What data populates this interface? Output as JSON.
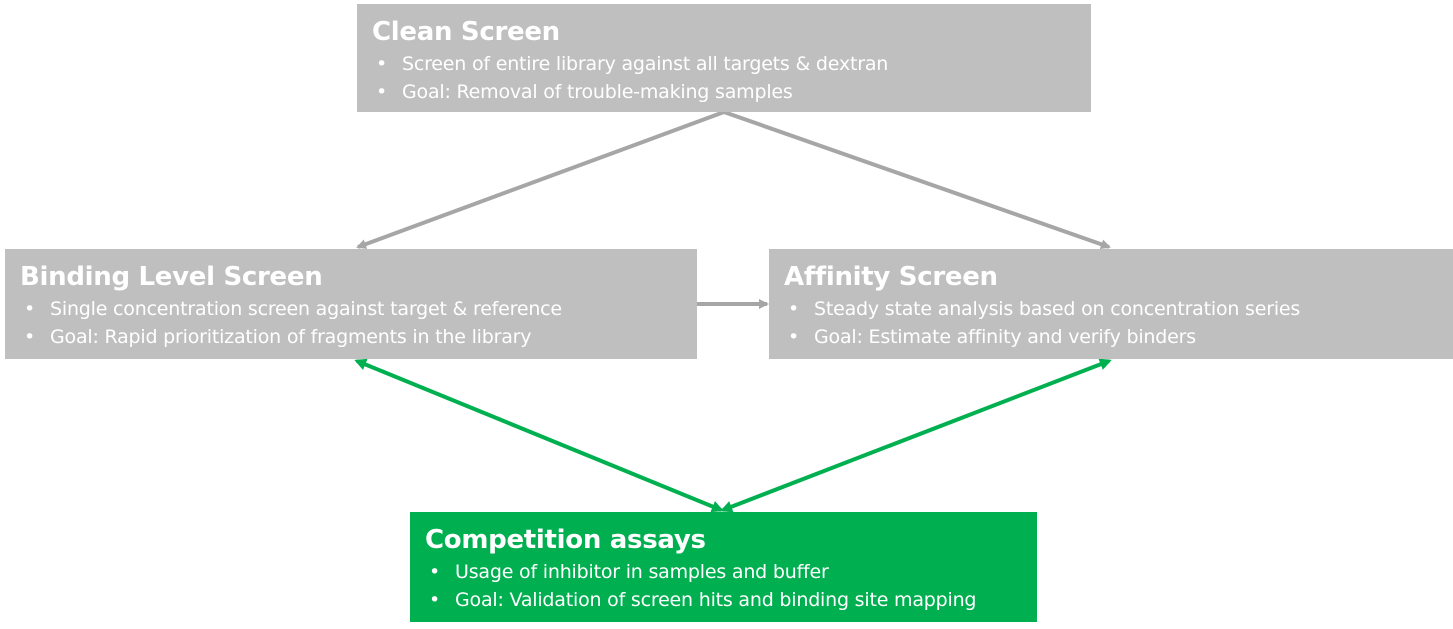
{
  "boxes": {
    "clean": {
      "title": "Clean Screen",
      "bullets": [
        "Screen of entire library against all targets & dextran",
        "Goal: Removal of trouble-making samples"
      ]
    },
    "binding": {
      "title": "Binding Level Screen",
      "bullets": [
        "Single concentration screen against target & reference",
        "Goal: Rapid prioritization of fragments in the library"
      ]
    },
    "affinity": {
      "title": "Affinity Screen",
      "bullets": [
        "Steady state analysis based on concentration series",
        "Goal: Estimate affinity and verify binders"
      ]
    },
    "competition": {
      "title": "Competition assays",
      "bullets": [
        "Usage of inhibitor in samples and buffer",
        "Goal: Validation of screen hits and binding site mapping"
      ]
    }
  },
  "bullet_char": "•",
  "colors": {
    "gray_box": "#bfbfbf",
    "green_box": "#00b050",
    "gray_arrow": "#a6a6a6",
    "green_arrow": "#00b050",
    "text": "#ffffff"
  },
  "connections": [
    {
      "from": "clean",
      "to": "binding",
      "style": "gray",
      "direction": "forward"
    },
    {
      "from": "clean",
      "to": "affinity",
      "style": "gray",
      "direction": "forward"
    },
    {
      "from": "binding",
      "to": "affinity",
      "style": "gray",
      "direction": "forward"
    },
    {
      "from": "binding",
      "to": "competition",
      "style": "green",
      "direction": "both"
    },
    {
      "from": "affinity",
      "to": "competition",
      "style": "green",
      "direction": "both"
    }
  ]
}
